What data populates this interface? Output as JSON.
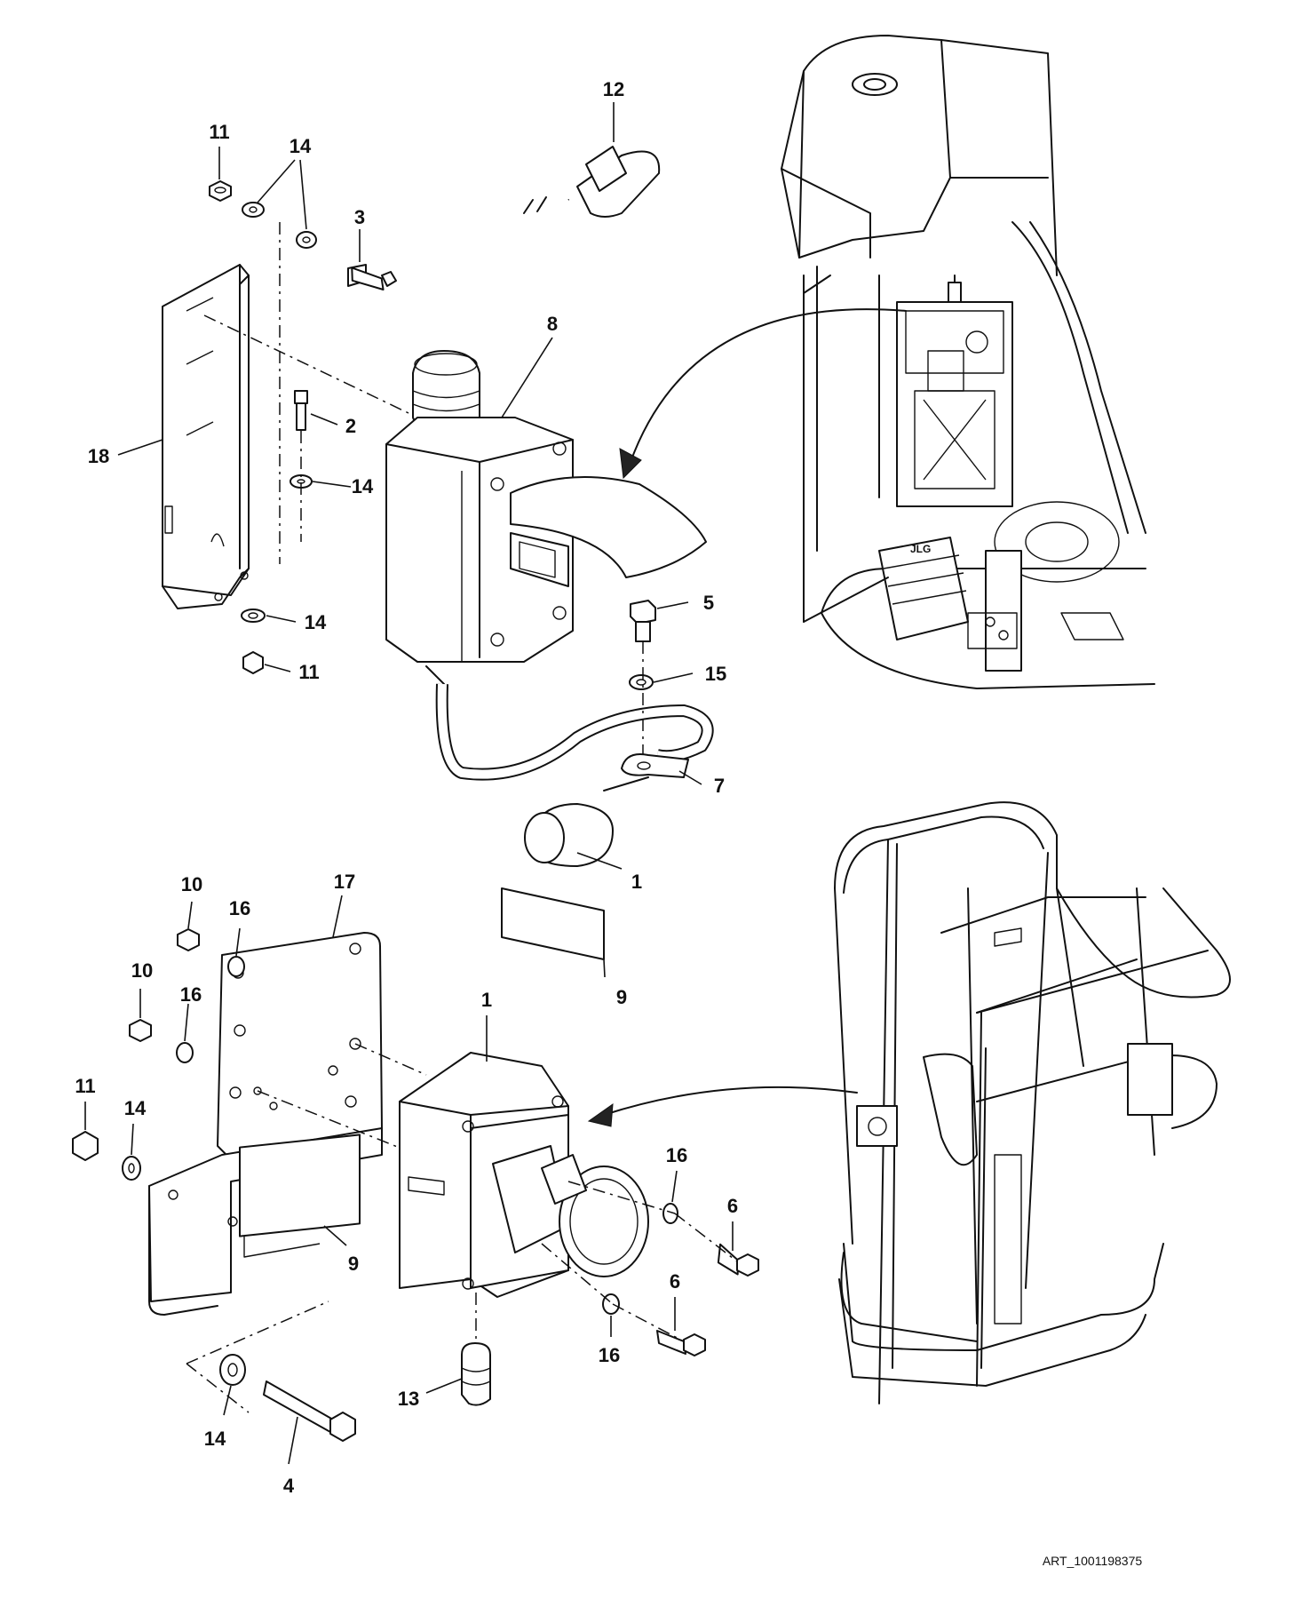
{
  "callouts": [
    {
      "id": "c12-top",
      "label": "12"
    },
    {
      "id": "c11-top",
      "label": "11"
    },
    {
      "id": "c14-top",
      "label": "14"
    },
    {
      "id": "c3",
      "label": "3"
    },
    {
      "id": "c8",
      "label": "8"
    },
    {
      "id": "c18",
      "label": "18"
    },
    {
      "id": "c2",
      "label": "2"
    },
    {
      "id": "c14-mid",
      "label": "14"
    },
    {
      "id": "c14-low",
      "label": "14"
    },
    {
      "id": "c11-low",
      "label": "11"
    },
    {
      "id": "c5",
      "label": "5"
    },
    {
      "id": "c15",
      "label": "15"
    },
    {
      "id": "c7",
      "label": "7"
    },
    {
      "id": "c1-top",
      "label": "1"
    },
    {
      "id": "c10-a",
      "label": "10"
    },
    {
      "id": "c16-a",
      "label": "16"
    },
    {
      "id": "c17",
      "label": "17"
    },
    {
      "id": "c9-top",
      "label": "9"
    },
    {
      "id": "c10-b",
      "label": "10"
    },
    {
      "id": "c16-b",
      "label": "16"
    },
    {
      "id": "c1-bot",
      "label": "1"
    },
    {
      "id": "c11-bot",
      "label": "11"
    },
    {
      "id": "c14-bot-a",
      "label": "14"
    },
    {
      "id": "c16-c",
      "label": "16"
    },
    {
      "id": "c6-a",
      "label": "6"
    },
    {
      "id": "c9-bot",
      "label": "9"
    },
    {
      "id": "c6-b",
      "label": "6"
    },
    {
      "id": "c16-d",
      "label": "16"
    },
    {
      "id": "c13",
      "label": "13"
    },
    {
      "id": "c14-bot-b",
      "label": "14"
    },
    {
      "id": "c4",
      "label": "4"
    }
  ],
  "art_id": "ART_1001198375",
  "icons": {
    "curved-arrow": "arrow-to-component",
    "jlg-label": "JLG"
  }
}
